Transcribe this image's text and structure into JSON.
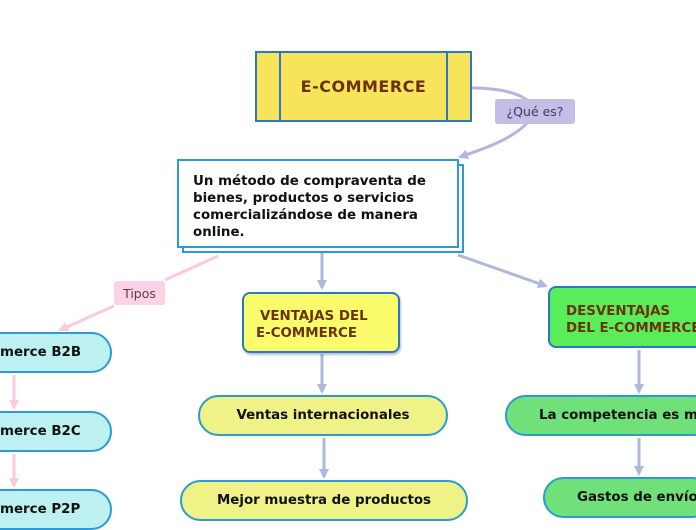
{
  "title": "E-COMMERCE",
  "question_label": "¿Qué es?",
  "definition": "Un método de compraventa de bienes, productos o servicios comercializándose de manera online.",
  "types_label": "Tipos",
  "types": [
    "merce B2B",
    "merce B2C",
    "merce P2P"
  ],
  "ventajas": {
    "heading_line1": "VENTAJAS DEL",
    "heading_line2": "E-COMMERCE",
    "items": [
      "Ventas internacionales",
      "Mejor muestra de productos"
    ]
  },
  "desventajas": {
    "heading_line1": "DESVENTAJAS",
    "heading_line2": "DEL E-COMMERCE",
    "items": [
      "La competencia es m",
      "Gastos de envío"
    ]
  },
  "colors": {
    "title_fill": "#f7e45a",
    "title_text": "#6b3208",
    "border_blue": "#2c77c9",
    "connector_purple": "#b9b3df",
    "connector_pink": "#fcc8e0",
    "connector_blue": "#aeb9dd",
    "ventajas_fill": "#fafc6c",
    "desventajas_fill": "#5aed5a",
    "type_fill": "#bdf1f1",
    "ventajas_item_fill": "#eff287",
    "desventajas_item_fill": "#6fe07a"
  }
}
